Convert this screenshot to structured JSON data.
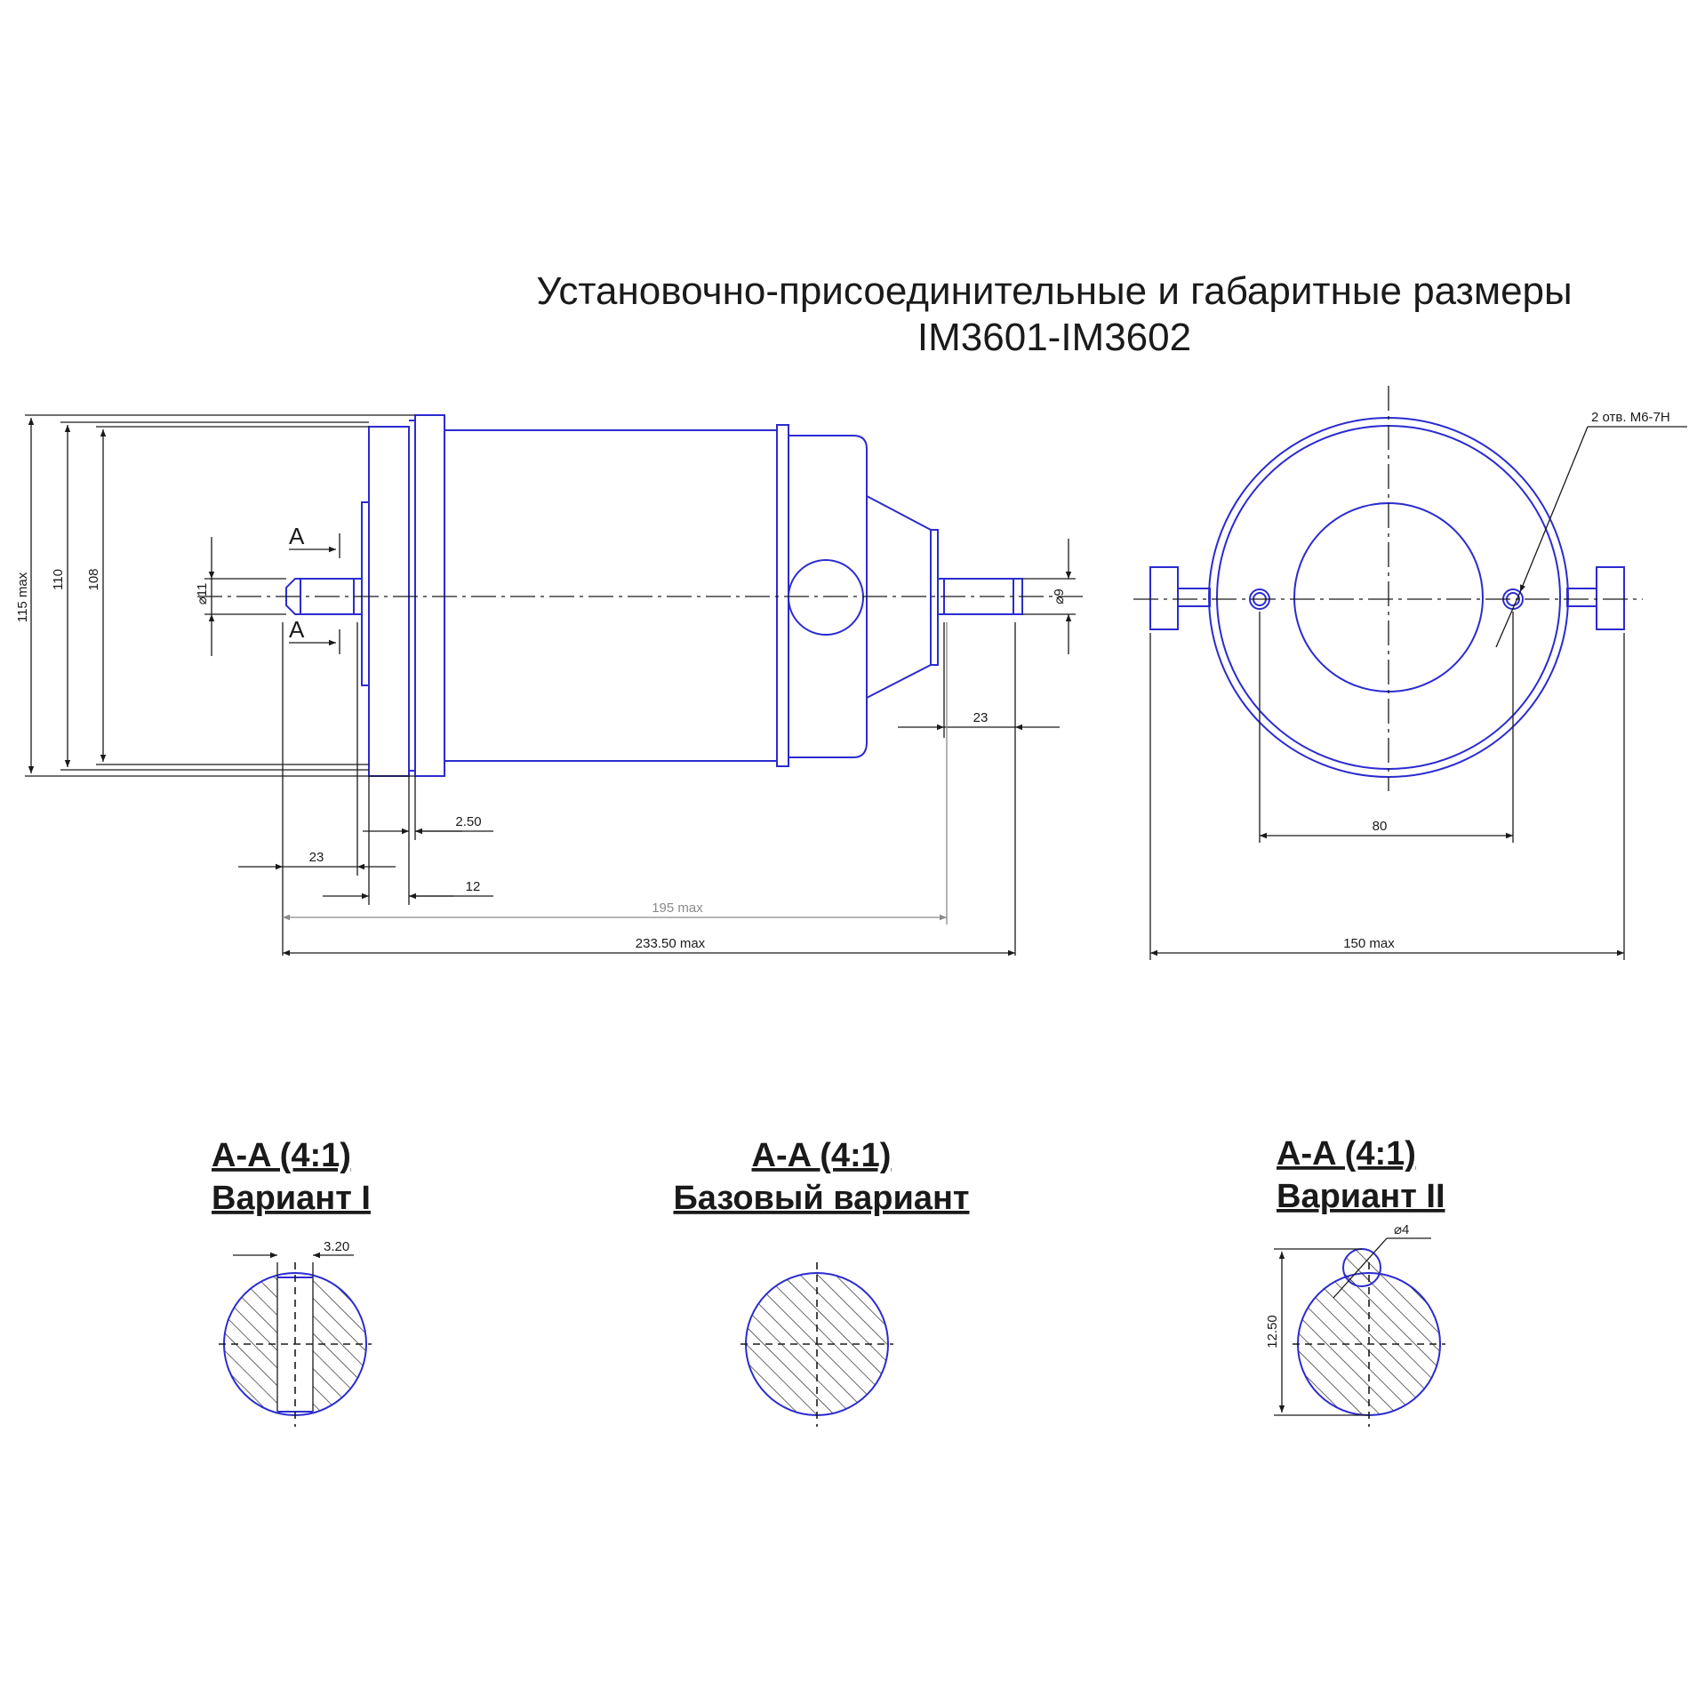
{
  "title": {
    "line1": "Установочно-присоединительные и габаритные размеры",
    "line2": "IM3601-IM3602"
  },
  "side_view": {
    "section_letter_top": "A",
    "section_letter_bottom": "A",
    "dim_115_max": "115 max",
    "dim_110": "110",
    "dim_108": "108",
    "dim_d11": "⌀11",
    "dim_d9": "⌀9",
    "dim_23_right": "23",
    "dim_2_50": "2.50",
    "dim_23_left": "23",
    "dim_12": "12",
    "dim_195_max": "195 max",
    "dim_233_50_max": "233.50 max"
  },
  "end_view": {
    "holes_note": "2 отв. M6-7H",
    "dim_80": "80",
    "dim_150_max": "150 max"
  },
  "sections": [
    {
      "title": "A-A (4:1)",
      "subtitle": "Вариант I",
      "dim": "3.20"
    },
    {
      "title": "A-A (4:1)",
      "subtitle": "Базовый вариант"
    },
    {
      "title": "A-A (4:1)",
      "subtitle": "Вариант II",
      "dim": "⌀4",
      "dim2": "12.50"
    }
  ],
  "colors": {
    "outline": "#2b2bd0",
    "dimension": "#1a1a1a",
    "reference": "#8a8a8a"
  }
}
